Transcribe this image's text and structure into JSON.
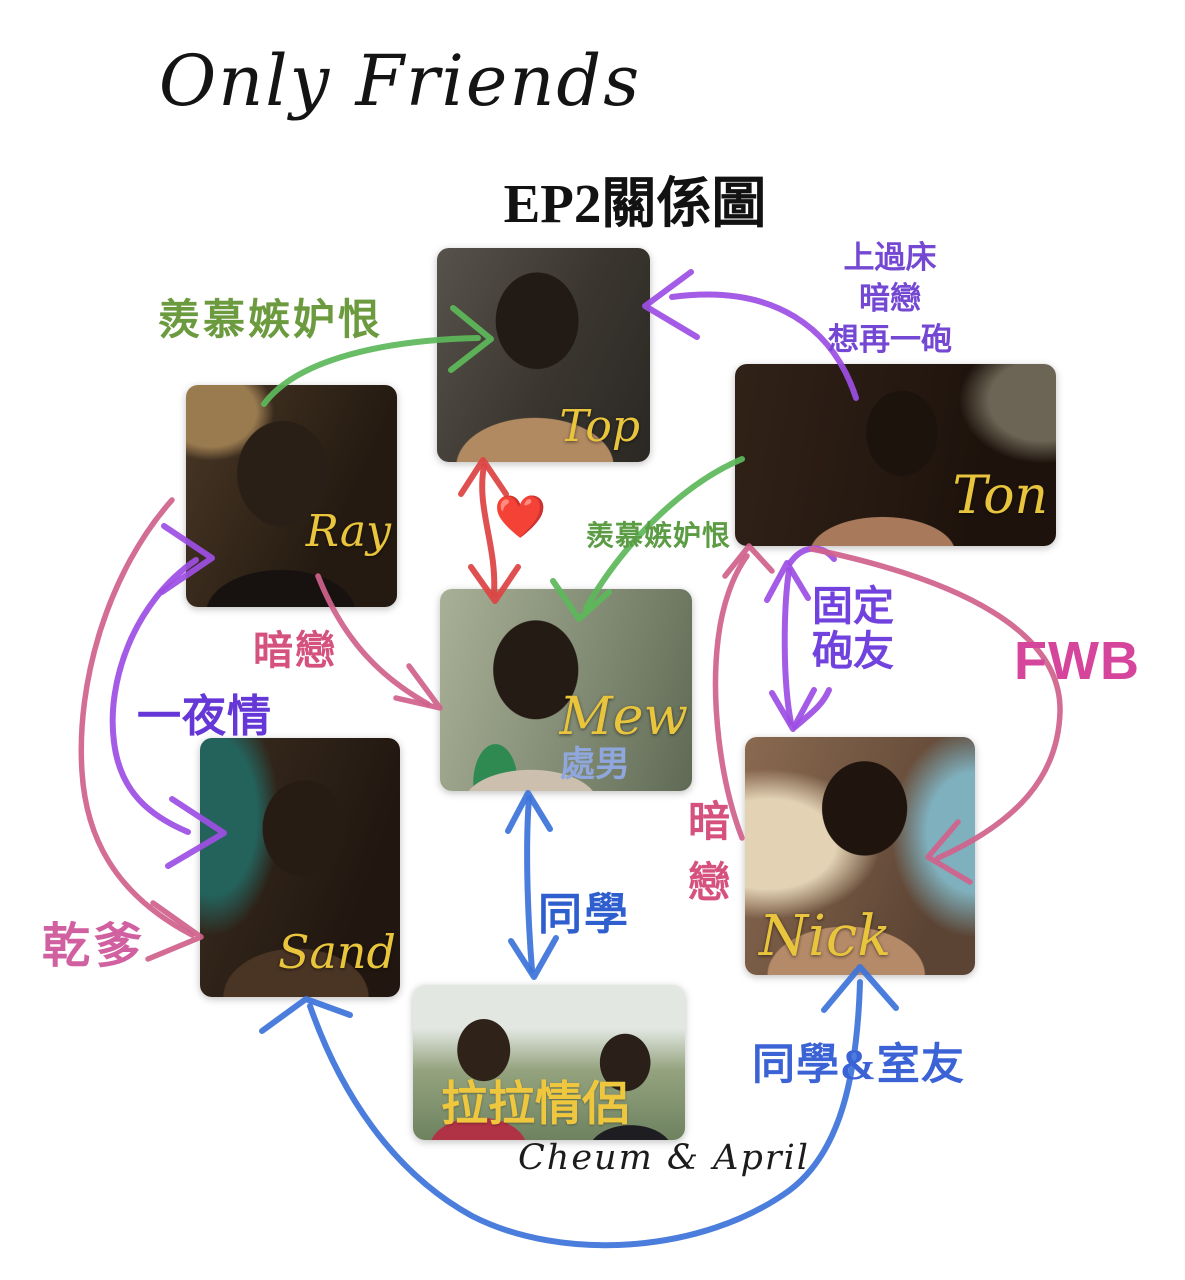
{
  "header": {
    "title": "Only Friends",
    "subtitle": "EP2關係圖"
  },
  "characters": {
    "top": {
      "name": "Top"
    },
    "ray": {
      "name": "Ray"
    },
    "ton": {
      "name": "Ton"
    },
    "mew": {
      "name": "Mew",
      "tag": "處男"
    },
    "sand": {
      "name": "Sand"
    },
    "nick": {
      "name": "Nick"
    },
    "cheum_april": {
      "name": "Cheum & April",
      "tag": "拉拉情侶"
    }
  },
  "relations": {
    "ray_top_envy": {
      "text": "羨慕嫉妒恨",
      "color": "#6b9a3f"
    },
    "ton_top": {
      "line1": "上過床",
      "line2": "暗戀",
      "line3": "想再一砲",
      "color": "#7448d3"
    },
    "top_mew_heart": {
      "icon": "heart-icon",
      "text": "❤️",
      "color": "#dd4444"
    },
    "ton_mew_envy": {
      "text": "羨慕嫉妒恨",
      "color": "#5c9c45"
    },
    "ray_mew_crush": {
      "text": "暗戀",
      "color": "#d5517e"
    },
    "ray_sand_one_night": {
      "text": "一夜情",
      "color": "#6537d6"
    },
    "sand_sugar_daddy": {
      "text": "乾爹",
      "color": "#d160a0"
    },
    "ton_nick_fwb_zh": {
      "line1": "固定",
      "line2": "砲友",
      "color": "#7142dd"
    },
    "ton_nick_fwb_en": {
      "text": "FWB",
      "color": "#d6459c"
    },
    "nick_ton_crush": {
      "line1": "暗",
      "line2": "戀",
      "color": "#d5517e"
    },
    "mew_cheum_classmates": {
      "text": "同學",
      "color": "#2f5ecf"
    },
    "sand_nick_roommates": {
      "text": "同學&室友",
      "color": "#3b63d6"
    }
  }
}
